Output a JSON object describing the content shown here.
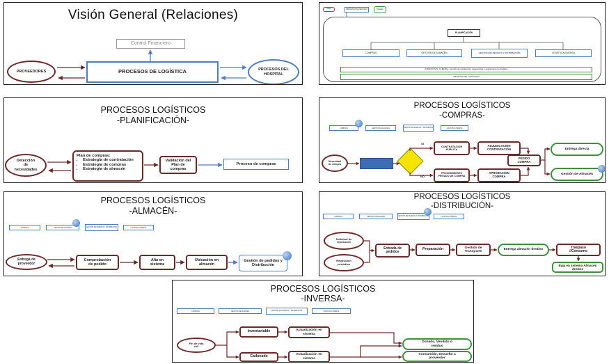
{
  "colors": {
    "brown": "#6b2a2a",
    "blue": "#4f7db8",
    "green": "#3f8f3f",
    "accent_fill": "#3b6eb5",
    "decision_fill": "#f5e400"
  },
  "s1": {
    "title": "Visión General (Relaciones)",
    "control": "Control Financiero",
    "proveedores": "PROVEEDORES",
    "procesos": "PROCESOS DE LOGÍSTICA",
    "hospital": "PROCESOS DEL HOSPITAL"
  },
  "s2": {
    "top_left": "Inicio",
    "top_mid": "PROCESOS DE NEGOCIO",
    "top_right": "Hospital",
    "planificacion": "PLANIFICACIÓN",
    "compras": "COMPRAS",
    "gestion_almacen": "GESTIÓN DE ALMACÉN",
    "gestion_pedidos": "GESTIÓN DE PEDIDOS Y DISTRIBUCIÓN",
    "logistica_inversa": "LOGÍSTICA INVERSA",
    "atencion": "ATENCIÓN AL CLIENTE - Gestión de incidencias, sugerencias y seguimiento de Pedidos",
    "catalogo": "GESTIÓN DEL CATÁLOGO"
  },
  "s3": {
    "title1": "PROCESOS LOGÍSTICOS",
    "title2": "-PLANIFICACIÓN-",
    "deteccion": "Detección de necesidades",
    "plan_heading": "Plan de compras:",
    "plan_items": [
      "Estrategia de contratación",
      "Estrategia de compras",
      "Estrategia de almacén"
    ],
    "validacion": "Validación del Plan de compras",
    "proceso": "Proceso de compras"
  },
  "s4": {
    "title1": "PROCESOS LOGÍSTICOS",
    "title2": "-COMPRAS-",
    "tabs": [
      "COMPRAS",
      "GESTIÓN DE ALMACÉN",
      "GESTIÓN DE PEDIDOS Y DISTRIBUCIÓN",
      "LOGÍSTICA INVERSA"
    ],
    "necesidad": "Necesidad de compra",
    "si": "SI",
    "no": "NO",
    "contratacion": "CONTRATACIÓN PÚBLICA",
    "adjudicacion": "ADJUDICACIÓN CONTRATACIÓN",
    "pedido": "PEDIDO COMPRA",
    "procedimiento": "PROCEDIMIENTO PRIVADO DE COMPRA",
    "aprobacion": "APROBACIÓN COMPRA",
    "entrega": "Entrega directa",
    "gestion_almacen": "Gestión de Almacén"
  },
  "s5": {
    "title1": "PROCESOS LOGÍSTICOS",
    "title2": "-ALMACÉN-",
    "tabs": [
      "COMPRAS",
      "GESTIÓN DE ALMACÉN",
      "GESTIÓN DE PEDIDOS Y DISTRIBUCIÓN",
      "LOGÍSTICA INVERSA"
    ],
    "entrega": "Entrega de proveedor",
    "comprobacion": "Comprobación de pedido",
    "alta": "Alta en sistema",
    "ubicacion": "Ubicación en almacén",
    "gestion": "Gestión de pedidos y Distribución"
  },
  "s6": {
    "title1": "PROCESOS LOGÍSTICOS",
    "title2": "-DISTRIBUCIÓN-",
    "tabs": [
      "COMPRAS",
      "GESTIÓN DE ALMACÉN",
      "GESTIÓN DE PEDIDOS Y DISTRIBUCIÓN",
      "LOGÍSTICA INVERSA"
    ],
    "solicitud": "Solicitud de reposición",
    "reposicion": "Reposición periódica",
    "entrada": "Entrada de pedidos",
    "preparacion": "Preparación",
    "transporte": "Gestión de Transporte",
    "entrega_almacen": "Entrega almacén destino",
    "traspaso": "Traspaso //Consumo",
    "baja": "Baja en sistema Almacén destino"
  },
  "s7": {
    "title1": "PROCESOS LOGÍSTICOS",
    "title2": "-INVERSA-",
    "tabs": [
      "COMPRAS",
      "GESTIÓN DE ALMACÉN",
      "GESTIÓN DE PEDIDOS Y DISTRIBUCIÓN",
      "LOGÍSTICA INVERSA"
    ],
    "fin": "Fin de vida útil",
    "inventariable": "Inventariable",
    "caducado": "Caducado",
    "actualizacion1": "Actualización en sistema",
    "actualizacion2": "Actualización en sistema",
    "donado": "Donado, Vendido o residuo",
    "consumido": "Consumido, Devuelto a proveedor"
  }
}
